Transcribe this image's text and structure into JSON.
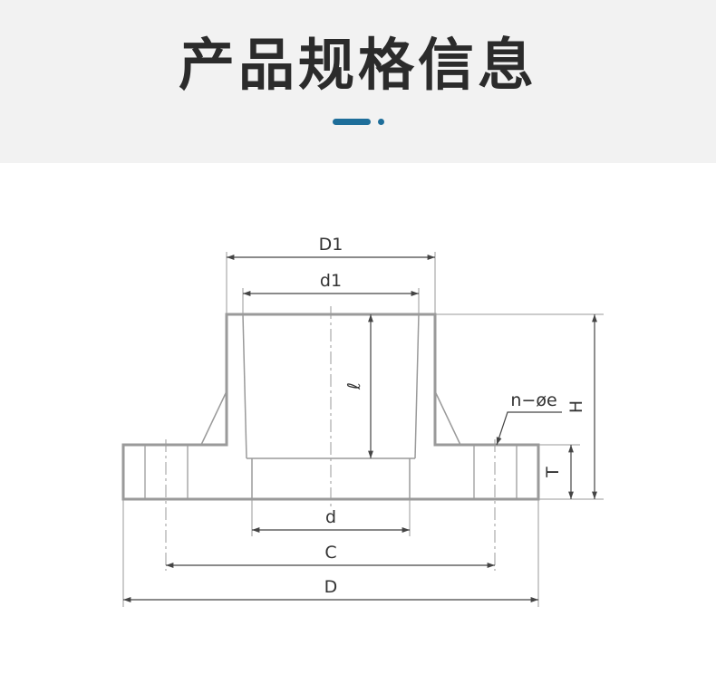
{
  "header": {
    "title": "产品规格信息"
  },
  "colors": {
    "header_bg": "#f2f2f2",
    "accent": "#1e6e9a",
    "outline": "#9a9a9a",
    "dimension": "#444444"
  },
  "diagram": {
    "labels": {
      "D1": "D1",
      "d1": "d1",
      "l": "ℓ",
      "H": "H",
      "T": "T",
      "n_oe": "n−øe",
      "d": "d",
      "C": "C",
      "D": "D"
    }
  }
}
